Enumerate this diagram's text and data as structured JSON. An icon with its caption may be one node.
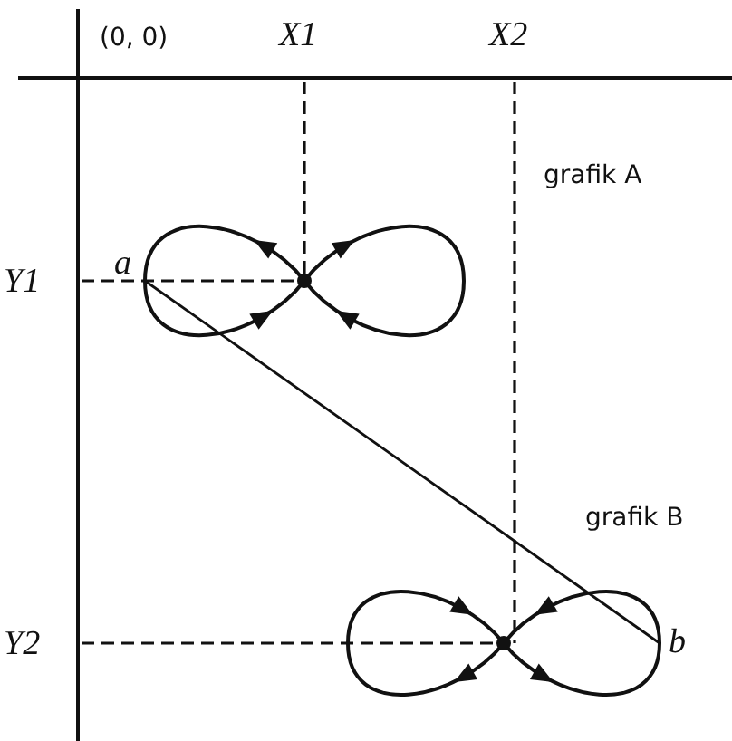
{
  "diagram": {
    "labels": [
      "(0, 0)",
      "X1",
      "X2",
      "grafik A",
      "Y1",
      "a",
      "grafik B",
      "Y2",
      "b"
    ]
  }
}
